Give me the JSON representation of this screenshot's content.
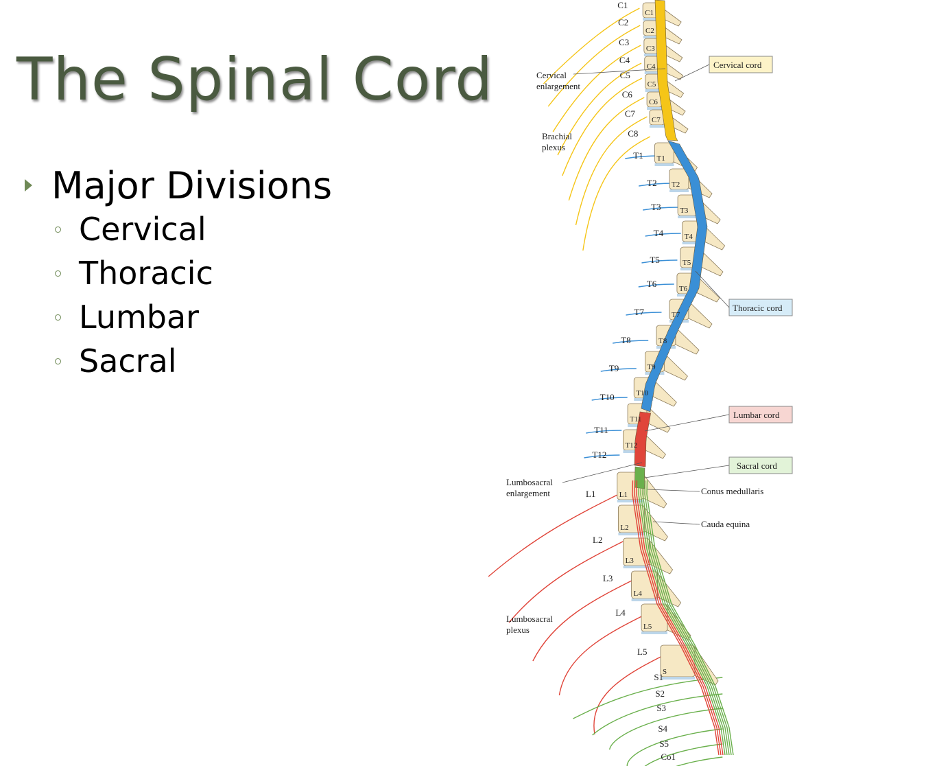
{
  "slide": {
    "title": "The Spinal Cord",
    "bullet": "Major Divisions",
    "sub_items": [
      "Cervical",
      "Thoracic",
      "Lumbar",
      "Sacral"
    ]
  },
  "diagram": {
    "cervical_nerves": [
      "C1",
      "C2",
      "C3",
      "C4",
      "C5",
      "C6",
      "C7",
      "C8"
    ],
    "thoracic_nerves": [
      "T1",
      "T2",
      "T3",
      "T4",
      "T5",
      "T6",
      "T7",
      "T8",
      "T9",
      "T10",
      "T11",
      "T12"
    ],
    "lumbar_nerves": [
      "L1",
      "L2",
      "L3",
      "L4",
      "L5"
    ],
    "sacral_nerves": [
      "S1",
      "S2",
      "S3",
      "S4",
      "S5",
      "Co1"
    ],
    "vert_cervical": [
      "C1",
      "C2",
      "C3",
      "C4",
      "C5",
      "C6",
      "C7"
    ],
    "vert_thoracic": [
      "T1",
      "T2",
      "T3",
      "T4",
      "T5",
      "T6",
      "T7",
      "T8",
      "T9",
      "T10",
      "T11",
      "T12"
    ],
    "vert_lumbar": [
      "L1",
      "L2",
      "L3",
      "L4",
      "L5"
    ],
    "vert_sacrum": "S",
    "labels": {
      "cervical_enlargement": [
        "Cervical",
        "enlargement"
      ],
      "brachial_plexus": [
        "Brachial",
        "plexus"
      ],
      "lumbosacral_enlargement": [
        "Lumbosacral",
        "enlargement"
      ],
      "lumbosacral_plexus": [
        "Lumbosacral",
        "plexus"
      ],
      "conus": "Conus medullaris",
      "cauda": "Cauda equina"
    },
    "boxes": {
      "cervical": "Cervical cord",
      "thoracic": "Thoracic cord",
      "lumbar": "Lumbar cord",
      "sacral": "Sacral cord"
    },
    "segment_colors": {
      "cervical": "#f5c518",
      "thoracic": "#3a8fd6",
      "lumbar": "#e0453a",
      "sacral": "#6ab04c"
    }
  }
}
